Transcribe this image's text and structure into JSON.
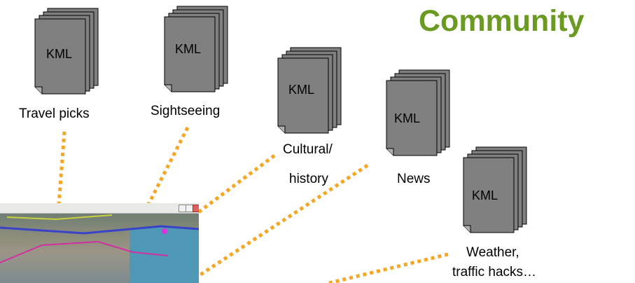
{
  "title": "Community",
  "icon_text": "KML",
  "documents": [
    {
      "id": "travel",
      "label": "Travel picks"
    },
    {
      "id": "sightseeing",
      "label": "Sightseeing"
    },
    {
      "id": "cultural",
      "label_lines": [
        "Cultural/",
        "history"
      ]
    },
    {
      "id": "news",
      "label": "News"
    },
    {
      "id": "weather",
      "label_lines": [
        "Weather,",
        "traffic hacks…"
      ]
    }
  ],
  "colors": {
    "title": "#6b9a22",
    "connector": "#f5a623",
    "doc_fill": "#808080",
    "doc_stroke": "#000000"
  },
  "icons": [
    "kml-document-stack-icon",
    "minimize-icon",
    "maximize-icon",
    "close-icon"
  ]
}
